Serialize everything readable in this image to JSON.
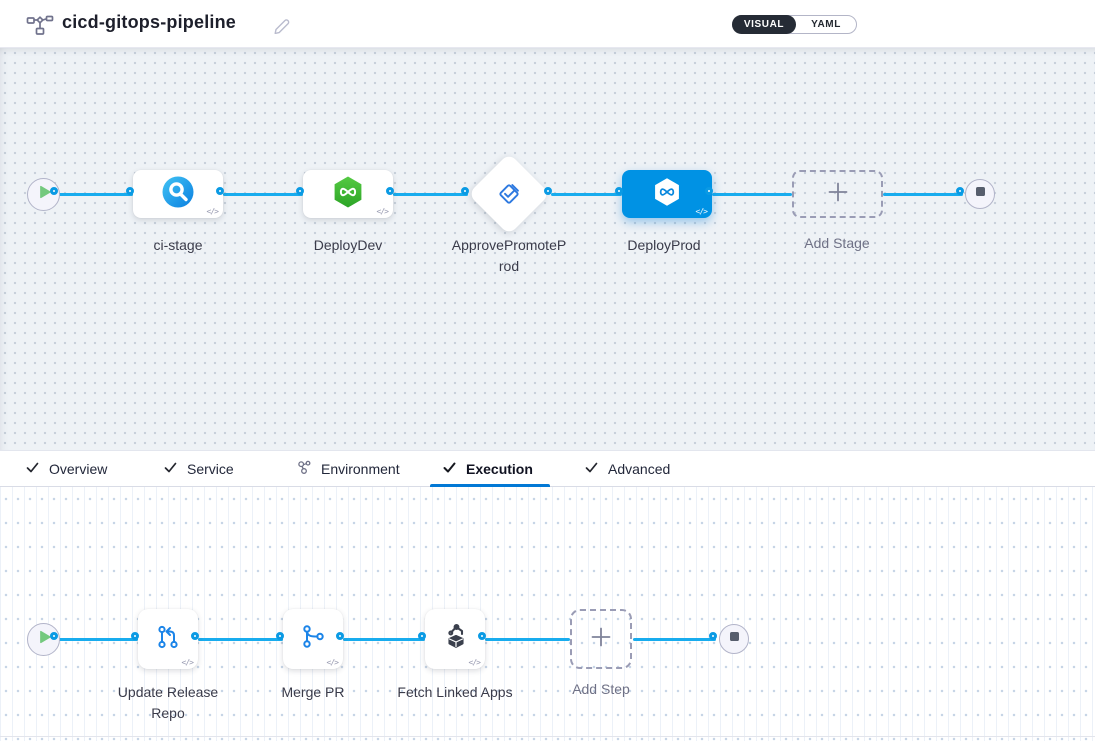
{
  "header": {
    "title": "cicd-gitops-pipeline",
    "view_toggle": {
      "visual_label": "VISUAL",
      "yaml_label": "YAML",
      "selected": "VISUAL"
    }
  },
  "colors": {
    "connector_blue": "#18acee",
    "port_blue": "#0a9ae4",
    "selected_stage_blue": "#0092e4",
    "active_tab_underline": "#0278d5",
    "cd_green": "#3cb535",
    "approval_blue": "#2d79e0",
    "play_green": "#74c97e",
    "stop_gray": "#575e6d"
  },
  "icons": {
    "code_badge": "</>"
  },
  "stage_graph": {
    "stages": [
      {
        "name": "ci-stage",
        "type": "ci",
        "selected": false
      },
      {
        "name": "DeployDev",
        "type": "deployment",
        "selected": false
      },
      {
        "name": "ApprovePromoteProd",
        "type": "approval",
        "selected": false
      },
      {
        "name": "DeployProd",
        "type": "deployment",
        "selected": true
      }
    ],
    "add_stage_label": "Add Stage"
  },
  "tabs": [
    {
      "label": "Overview",
      "icon": "check-icon",
      "active": false
    },
    {
      "label": "Service",
      "icon": "check-icon",
      "active": false
    },
    {
      "label": "Environment",
      "icon": "cluster-icon",
      "active": false
    },
    {
      "label": "Execution",
      "icon": "check-icon",
      "active": true
    },
    {
      "label": "Advanced",
      "icon": "check-icon",
      "active": false
    }
  ],
  "execution_graph": {
    "steps": [
      {
        "name": "Update Release Repo",
        "type": "git-update"
      },
      {
        "name": "Merge PR",
        "type": "git-merge"
      },
      {
        "name": "Fetch Linked Apps",
        "type": "gitops-fetch"
      }
    ],
    "add_step_label": "Add Step"
  }
}
